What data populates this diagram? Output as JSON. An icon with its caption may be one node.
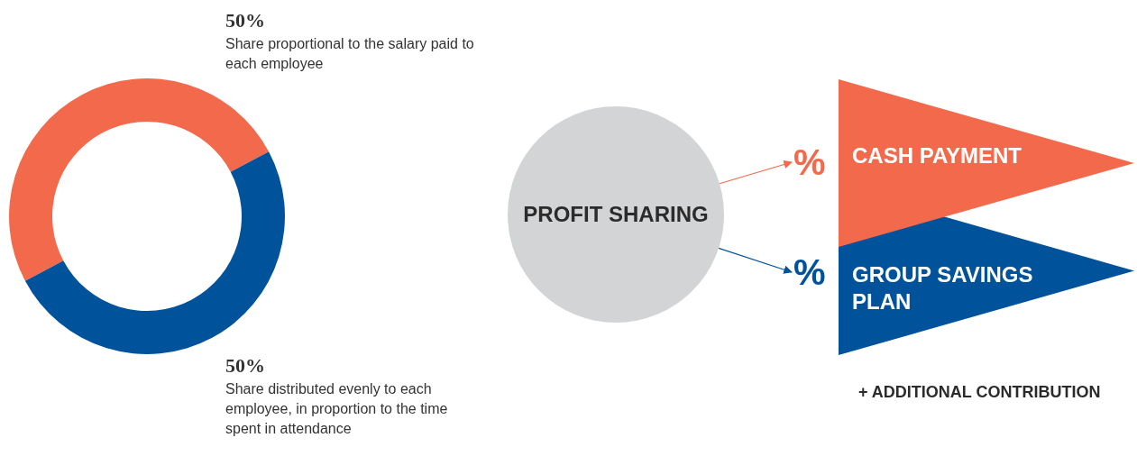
{
  "diagram": {
    "nodes": [
      {
        "text": [
          "PROFIT SHARING"
        ]
      },
      {
        "text": [
          "CASH PAYMENT"
        ],
        "beside": [
          "%"
        ]
      },
      {
        "text": [
          "GROUP SAVINGS PLAN"
        ],
        "beside": [
          "%"
        ]
      }
    ],
    "edges": [
      {
        "from": 0,
        "to": 1,
        "arrow": "to",
        "color": "#f26a4b"
      },
      {
        "from": 0,
        "to": 2,
        "arrow": "to",
        "color": "#00529b"
      }
    ],
    "labels": [
      "+ ADDITIONAL CONTRIBUTION"
    ],
    "chart_data": {
      "type": "donut",
      "categories": [
        "Share proportional to the salary paid to each employee",
        "Share distributed evenly to each employee, in proportion to the time spent in attendance"
      ],
      "values": [
        50,
        50
      ],
      "value_labels": [
        "50%",
        "50%"
      ]
    }
  }
}
